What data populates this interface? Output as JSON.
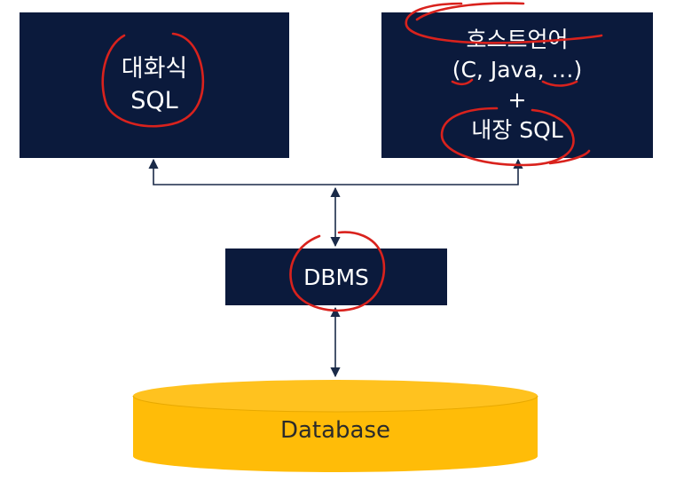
{
  "interactive_sql": {
    "line1": "대화식",
    "line2": "SQL"
  },
  "host_language": {
    "line1": "호스트언어",
    "line2": "(C, Java, …)",
    "line3": "+",
    "line4": "내장 SQL"
  },
  "dbms": {
    "label": "DBMS"
  },
  "database": {
    "label": "Database"
  },
  "colors": {
    "box_fill": "#0b1a3c",
    "box_text": "#ffffff",
    "database_fill": "#ffbc08",
    "connector": "#1a2a48",
    "annotation": "#d9221d"
  }
}
